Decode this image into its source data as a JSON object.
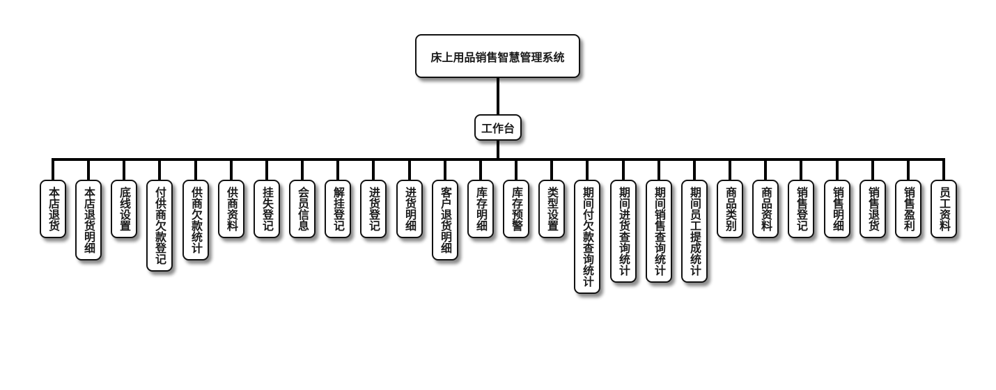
{
  "diagram": {
    "root": {
      "label": "床上用品销售智慧管理系统"
    },
    "hub": {
      "label": "工作台"
    },
    "children": [
      {
        "label": "本店退货"
      },
      {
        "label": "本店退货明细"
      },
      {
        "label": "底线设置"
      },
      {
        "label": "付供商欠款登记"
      },
      {
        "label": "供商欠款统计"
      },
      {
        "label": "供商资料"
      },
      {
        "label": "挂失登记"
      },
      {
        "label": "会员信息"
      },
      {
        "label": "解挂登记"
      },
      {
        "label": "进货登记"
      },
      {
        "label": "进货明细"
      },
      {
        "label": "客户退货明细"
      },
      {
        "label": "库存明细"
      },
      {
        "label": "库存预警"
      },
      {
        "label": "类型设置"
      },
      {
        "label": "期间付欠款查询统计"
      },
      {
        "label": "期间进货查询统计"
      },
      {
        "label": "期间销售查询统计"
      },
      {
        "label": "期间员工提成统计"
      },
      {
        "label": "商品类别"
      },
      {
        "label": "商品资料"
      },
      {
        "label": "销售登记"
      },
      {
        "label": "销售明细"
      },
      {
        "label": "销售退货"
      },
      {
        "label": "销售盈利"
      },
      {
        "label": "员工资料"
      }
    ]
  },
  "colors": {
    "line": "#000000",
    "border": "#111111",
    "text": "#1a1a1a",
    "background": "#ffffff"
  }
}
